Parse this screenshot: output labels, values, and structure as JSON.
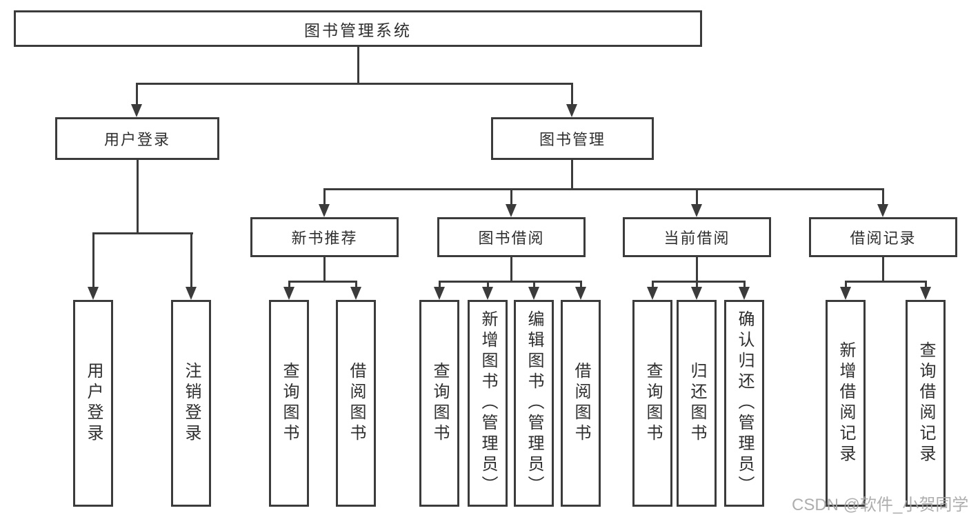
{
  "diagram": {
    "root": {
      "label": "图书管理系统"
    },
    "branches": [
      {
        "label": "用户登录",
        "children": [
          {
            "label": "用户登录"
          },
          {
            "label": "注销登录"
          }
        ]
      },
      {
        "label": "图书管理",
        "children": [
          {
            "label": "新书推荐",
            "children": [
              {
                "label": "查询图书"
              },
              {
                "label": "借阅图书"
              }
            ]
          },
          {
            "label": "图书借阅",
            "children": [
              {
                "label": "查询图书"
              },
              {
                "label": "新增图书（管理员）"
              },
              {
                "label": "编辑图书（管理员）"
              },
              {
                "label": "借阅图书"
              }
            ]
          },
          {
            "label": "当前借阅",
            "children": [
              {
                "label": "查询图书"
              },
              {
                "label": "归还图书"
              },
              {
                "label": "确认归还（管理员）"
              }
            ]
          },
          {
            "label": "借阅记录",
            "children": [
              {
                "label": "新增借阅记录"
              },
              {
                "label": "查询借阅记录"
              }
            ]
          }
        ]
      }
    ]
  },
  "watermark": {
    "text": "CSDN @软件_小贺同学"
  },
  "colors": {
    "line": "#3b3b3b",
    "text": "#2e2e2e",
    "watermark": "#a6a6a6",
    "background": "#ffffff"
  }
}
